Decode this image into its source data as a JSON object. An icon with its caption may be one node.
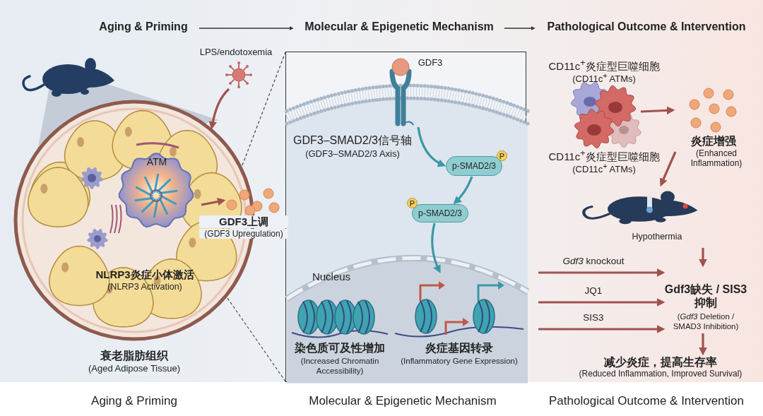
{
  "diagram": {
    "nodes": [
      {
        "text": [
          "Aging & Priming"
        ]
      },
      {
        "text": [
          "Molecular & Epigenetic Mechanism"
        ]
      },
      {
        "text": [
          "Pathological Outcome & Intervention"
        ]
      },
      {
        "text": [
          "NLRP3炎症小体激活",
          "(NLRP3 Activation)"
        ],
        "beside": [
          "衰老脂肪组织",
          "(Aged Adipose Tissue)"
        ]
      },
      {
        "text": [
          "ATM"
        ],
        "in": 3
      },
      {
        "text": [
          "LPS/endotoxemia"
        ]
      },
      {
        "text": [],
        "shape": "picture",
        "beside": [
          "GDF3上调",
          "(GDF3 Upregulation)"
        ]
      },
      {
        "text": [],
        "shape": "box"
      },
      {
        "text": [
          "GDF3"
        ],
        "in": 7
      },
      {
        "text": [
          "p-SMAD2/3"
        ],
        "in": 7
      },
      {
        "text": [
          "p-SMAD2/3"
        ],
        "in": 7
      },
      {
        "text": [
          "Nucleus"
        ],
        "in": 7
      },
      {
        "text": [
          "染色质可及性增加",
          "(Increased Chromatin Accessibility)"
        ],
        "in": 11
      },
      {
        "text": [
          "炎症基因转录",
          "(Inflammatory Gene Expression)"
        ],
        "in": 11
      },
      {
        "text": [],
        "shape": "picture",
        "beside": [
          "CD11c$^{+}$炎症型巨噬细胞",
          "(CD11c$^{+}$ ATMs)",
          "CD11c$^{+}$炎症型巨噬细胞",
          "(CD11c$^{+}$ ATMs)"
        ]
      },
      {
        "text": [
          "炎症增强",
          "(Enhanced Inflammation)"
        ]
      },
      {
        "text": [
          "Hypothermia"
        ]
      },
      {
        "text": [
          "Gdf3缺失 / SIS3抑制",
          "(*Gdf3* Deletion / SMAD3 Inhibition)"
        ]
      },
      {
        "text": [
          "减少炎症，提高生存率",
          "(Reduced Inflammation, Improved Survival)"
        ]
      }
    ],
    "edges": [
      {
        "from": 0,
        "to": 1,
        "arrow": "to",
        "color": "#333333"
      },
      {
        "from": 1,
        "to": 2,
        "arrow": "to",
        "color": "#333333"
      },
      {
        "from": 5,
        "to": 3,
        "arrow": "to"
      },
      {
        "from": 4,
        "to": 6,
        "arrow": "to"
      },
      {
        "from": 8,
        "to": 9,
        "arrow": "to",
        "color": "#3b98a6"
      },
      {
        "from": 9,
        "to": 10,
        "arrow": "to",
        "color": "#3b98a6"
      },
      {
        "from": 10,
        "to": 13,
        "arrow": "to",
        "color": "#3b98a6"
      },
      {
        "from": 3,
        "to": 7,
        "arrow": "none",
        "style": "dashed",
        "color": "#444444"
      },
      {
        "from": 3,
        "to": 7,
        "arrow": "none",
        "style": "dashed",
        "color": "#444444"
      },
      {
        "from": 14,
        "to": 15,
        "arrow": "to"
      },
      {
        "from": 15,
        "to": 16,
        "arrow": "to"
      },
      {
        "from": 16,
        "to": 17,
        "arrow": "to"
      },
      {
        "from": null,
        "to": 17,
        "arrow": "to",
        "label": "*Gdf3* knockout"
      },
      {
        "from": null,
        "to": 17,
        "arrow": "to",
        "label": "JQ1"
      },
      {
        "from": null,
        "to": 17,
        "arrow": "to",
        "label": "SIS3"
      },
      {
        "from": 17,
        "to": 18,
        "arrow": "to"
      }
    ],
    "labels": [
      "GDF3–SMAD2/3信号轴",
      "(GDF3–SMAD2/3 Axis)",
      "P",
      "P",
      "Aging & Priming",
      "Molecular & Epigenetic Mechanism",
      "Pathological Outcome & Intervention"
    ]
  }
}
